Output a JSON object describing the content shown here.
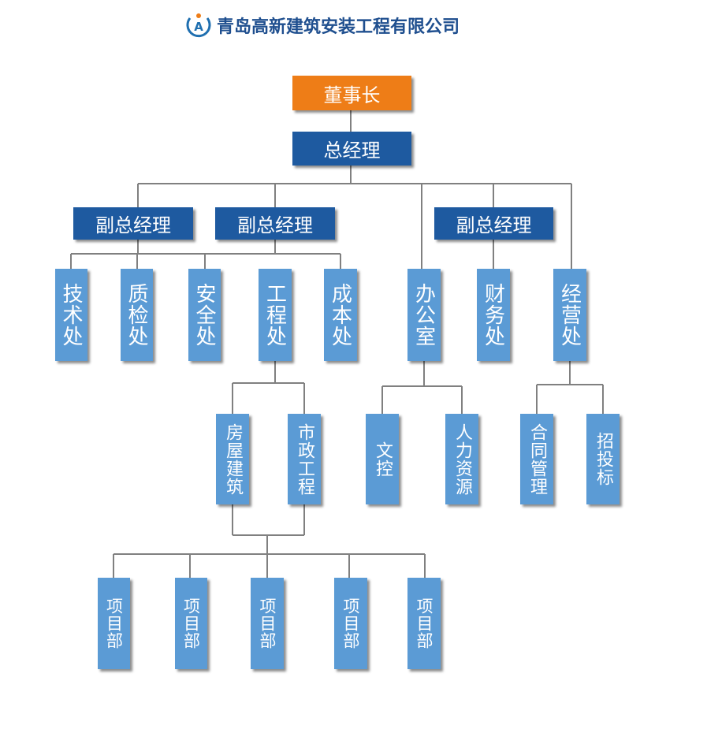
{
  "company": {
    "name": "青岛高新建筑安装工程有限公司",
    "logo_letter": "A",
    "colors": {
      "logo_ring": "#1f6fb0",
      "logo_dot": "#ee7d17"
    }
  },
  "colors": {
    "chairman": "#ee7d17",
    "management": "#1e5aa0",
    "department": "#5b9bd5",
    "line": "#808080"
  },
  "nodes": {
    "chairman": "董事长",
    "gm": "总经理",
    "vp1": "副总经理",
    "vp2": "副总经理",
    "vp3": "副总经理",
    "tech": "技术处",
    "quality": "质检处",
    "safety": "安全处",
    "engineering": "工程处",
    "cost": "成本处",
    "office": "办公室",
    "finance": "财务处",
    "business": "经营处",
    "housing": "房屋建筑",
    "municipal": "市政工程",
    "document": "文控",
    "hr": "人力资源",
    "contract": "合同管理",
    "bidding": "招投标",
    "proj1": "项目部",
    "proj2": "项目部",
    "proj3": "项目部",
    "proj4": "项目部",
    "proj5": "项目部"
  }
}
